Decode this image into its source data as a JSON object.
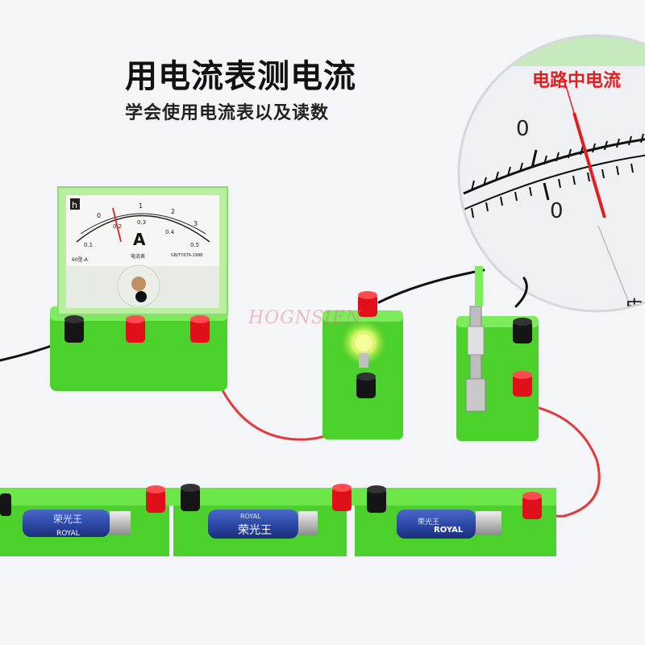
{
  "header": {
    "title": "用电流表测电流",
    "subtitle": "学会使用电流表以及读数"
  },
  "zoom_panel": {
    "label": "电路中电流",
    "scale_top_zero": "0",
    "scale_bottom_zero": "0",
    "edge_char": "电"
  },
  "watermark": "HOGNSIEN",
  "ammeter": {
    "logo": "h",
    "unit": "A",
    "top_scale": [
      "0",
      "1",
      "2",
      "3"
    ],
    "bottom_scale": [
      "0.1",
      "0.2",
      "0.3",
      "0.4",
      "0.5"
    ],
    "model": "60型-A",
    "name": "电流表",
    "standard": "GB/T7676-1998"
  },
  "batteries": [
    {
      "brand": "荣光王",
      "logo": "ROYAL"
    },
    {
      "brand": "荣光王",
      "logo": "ROYAL"
    },
    {
      "brand": "荣光王",
      "logo": "ROYAL"
    }
  ],
  "colors": {
    "board_green": "#5fe23d",
    "terminal_red": "#e0101a",
    "terminal_black": "#151515",
    "wire_red": "#e33b3b",
    "wire_black": "#111111",
    "battery_blue": "#2e4aa8",
    "label_red": "#e02020"
  }
}
